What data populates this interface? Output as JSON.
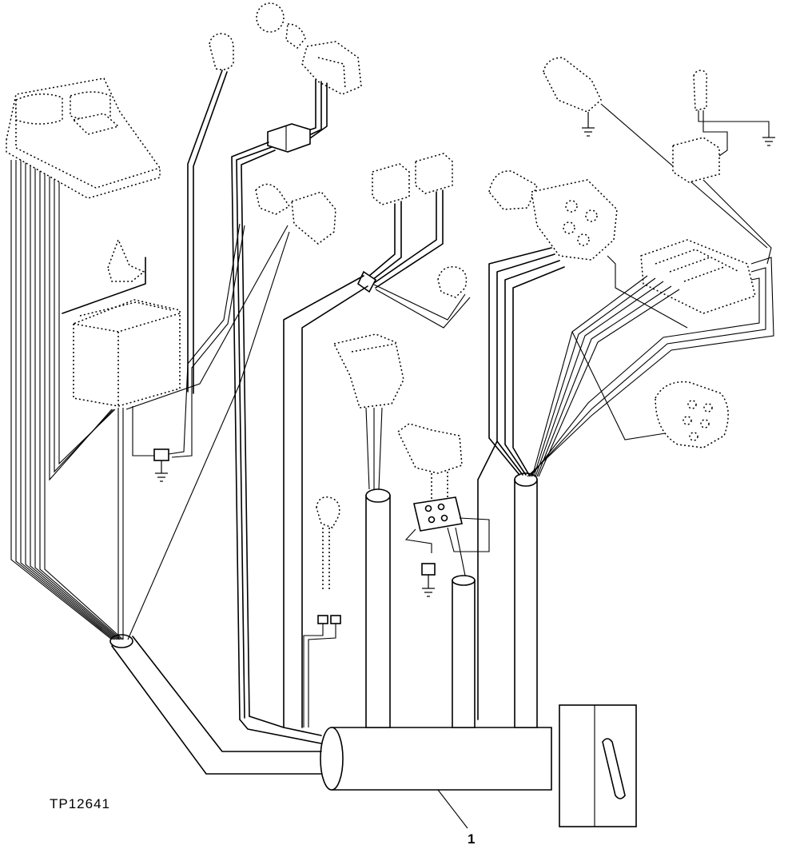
{
  "figure": {
    "code": "TP12641",
    "callouts": [
      {
        "id": "1",
        "text": "1"
      }
    ]
  },
  "colors": {
    "line": "#000000",
    "background": "#ffffff"
  }
}
